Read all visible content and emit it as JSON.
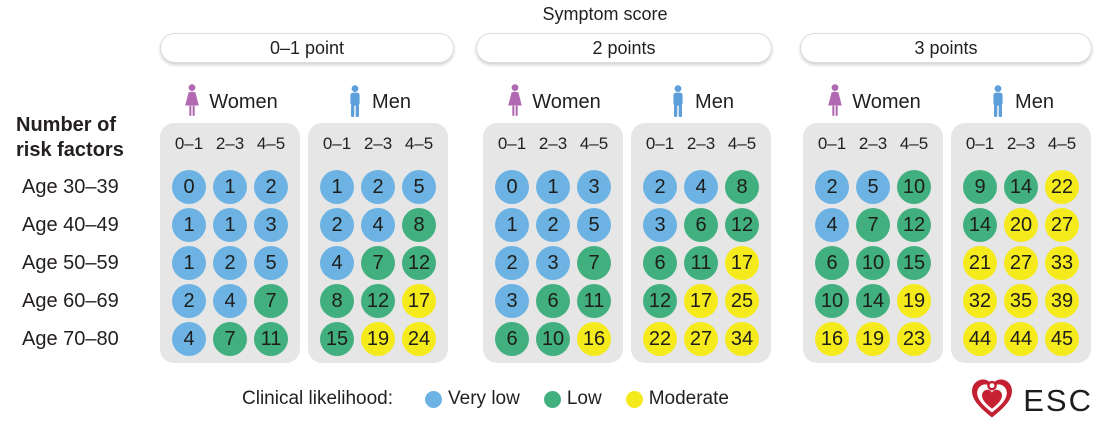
{
  "title": "Symptom score",
  "left_header": "Number of risk factors",
  "legend": {
    "label": "Clinical likelihood:",
    "items": [
      {
        "label": "Very low",
        "level": "very_low"
      },
      {
        "label": "Low",
        "level": "low"
      },
      {
        "label": "Moderate",
        "level": "moderate"
      }
    ]
  },
  "logo": {
    "text": "ESC"
  },
  "colors": {
    "very_low": "#6CB3E4",
    "low": "#42B07E",
    "moderate": "#F5EA1C",
    "panel_bg": "#E6E6E6",
    "woman": "#B16AB2",
    "man": "#5C9FDA",
    "logo_red": "#C32032",
    "text": "#231F20"
  },
  "chart_data": {
    "type": "heatmap",
    "title": "Symptom score",
    "row_label_header": "Number of risk factors",
    "rows": [
      "Age 30–39",
      "Age 40–49",
      "Age 50–59",
      "Age 60–69",
      "Age 70–80"
    ],
    "columns": [
      "0–1",
      "2–3",
      "4–5"
    ],
    "legend": {
      "very_low": "Very low",
      "low": "Low",
      "moderate": "Moderate"
    },
    "panels": [
      {
        "symptom_score": "0–1 point",
        "groups": [
          {
            "gender": "Women",
            "values": [
              [
                0,
                1,
                2
              ],
              [
                1,
                1,
                3
              ],
              [
                1,
                2,
                5
              ],
              [
                2,
                4,
                7
              ],
              [
                4,
                7,
                11
              ]
            ],
            "levels": [
              [
                "very_low",
                "very_low",
                "very_low"
              ],
              [
                "very_low",
                "very_low",
                "very_low"
              ],
              [
                "very_low",
                "very_low",
                "very_low"
              ],
              [
                "very_low",
                "very_low",
                "low"
              ],
              [
                "very_low",
                "low",
                "low"
              ]
            ]
          },
          {
            "gender": "Men",
            "values": [
              [
                1,
                2,
                5
              ],
              [
                2,
                4,
                8
              ],
              [
                4,
                7,
                12
              ],
              [
                8,
                12,
                17
              ],
              [
                15,
                19,
                24
              ]
            ],
            "levels": [
              [
                "very_low",
                "very_low",
                "very_low"
              ],
              [
                "very_low",
                "very_low",
                "low"
              ],
              [
                "very_low",
                "low",
                "low"
              ],
              [
                "low",
                "low",
                "moderate"
              ],
              [
                "low",
                "moderate",
                "moderate"
              ]
            ]
          }
        ]
      },
      {
        "symptom_score": "2 points",
        "groups": [
          {
            "gender": "Women",
            "values": [
              [
                0,
                1,
                3
              ],
              [
                1,
                2,
                5
              ],
              [
                2,
                3,
                7
              ],
              [
                3,
                6,
                11
              ],
              [
                6,
                10,
                16
              ]
            ],
            "levels": [
              [
                "very_low",
                "very_low",
                "very_low"
              ],
              [
                "very_low",
                "very_low",
                "very_low"
              ],
              [
                "very_low",
                "very_low",
                "low"
              ],
              [
                "very_low",
                "low",
                "low"
              ],
              [
                "low",
                "low",
                "moderate"
              ]
            ]
          },
          {
            "gender": "Men",
            "values": [
              [
                2,
                4,
                8
              ],
              [
                3,
                6,
                12
              ],
              [
                6,
                11,
                17
              ],
              [
                12,
                17,
                25
              ],
              [
                22,
                27,
                34
              ]
            ],
            "levels": [
              [
                "very_low",
                "very_low",
                "low"
              ],
              [
                "very_low",
                "low",
                "low"
              ],
              [
                "low",
                "low",
                "moderate"
              ],
              [
                "low",
                "moderate",
                "moderate"
              ],
              [
                "moderate",
                "moderate",
                "moderate"
              ]
            ]
          }
        ]
      },
      {
        "symptom_score": "3 points",
        "groups": [
          {
            "gender": "Women",
            "values": [
              [
                2,
                5,
                10
              ],
              [
                4,
                7,
                12
              ],
              [
                6,
                10,
                15
              ],
              [
                10,
                14,
                19
              ],
              [
                16,
                19,
                23
              ]
            ],
            "levels": [
              [
                "very_low",
                "very_low",
                "low"
              ],
              [
                "very_low",
                "low",
                "low"
              ],
              [
                "low",
                "low",
                "low"
              ],
              [
                "low",
                "low",
                "moderate"
              ],
              [
                "moderate",
                "moderate",
                "moderate"
              ]
            ]
          },
          {
            "gender": "Men",
            "values": [
              [
                9,
                14,
                22
              ],
              [
                14,
                20,
                27
              ],
              [
                21,
                27,
                33
              ],
              [
                32,
                35,
                39
              ],
              [
                44,
                44,
                45
              ]
            ],
            "levels": [
              [
                "low",
                "low",
                "moderate"
              ],
              [
                "low",
                "moderate",
                "moderate"
              ],
              [
                "moderate",
                "moderate",
                "moderate"
              ],
              [
                "moderate",
                "moderate",
                "moderate"
              ],
              [
                "moderate",
                "moderate",
                "moderate"
              ]
            ]
          }
        ]
      }
    ]
  }
}
